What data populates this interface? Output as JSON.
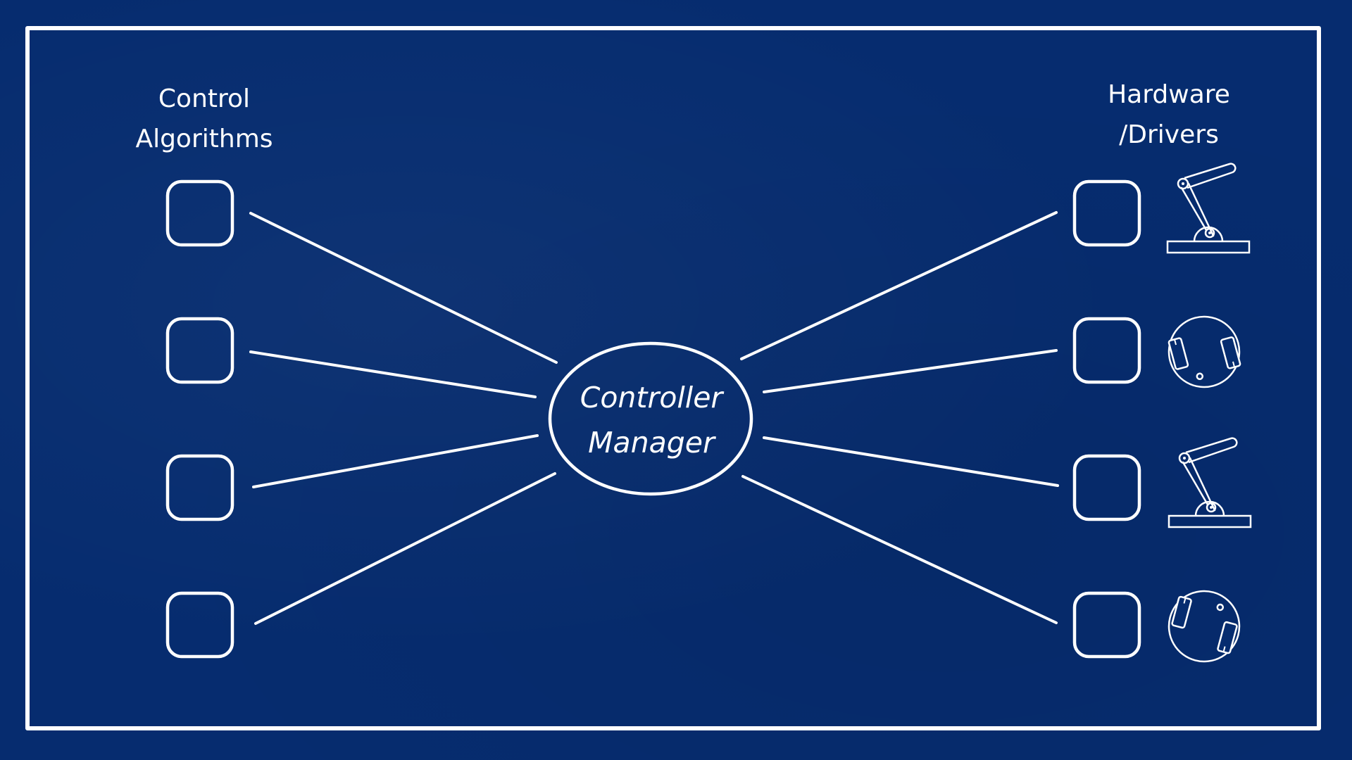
{
  "left_column": {
    "heading_line1": "Control",
    "heading_line2": "Algorithms",
    "boxes": 4
  },
  "right_column": {
    "heading_line1": "Hardware",
    "heading_line2": "/Drivers",
    "boxes": 4,
    "icons": [
      "robot-arm-icon",
      "mobile-robot-icon",
      "robot-arm-icon",
      "mobile-robot-icon"
    ]
  },
  "hub": {
    "line1": "Controller",
    "line2": "Manager"
  },
  "colors": {
    "background": "#062c6f",
    "stroke": "#ffffff"
  }
}
